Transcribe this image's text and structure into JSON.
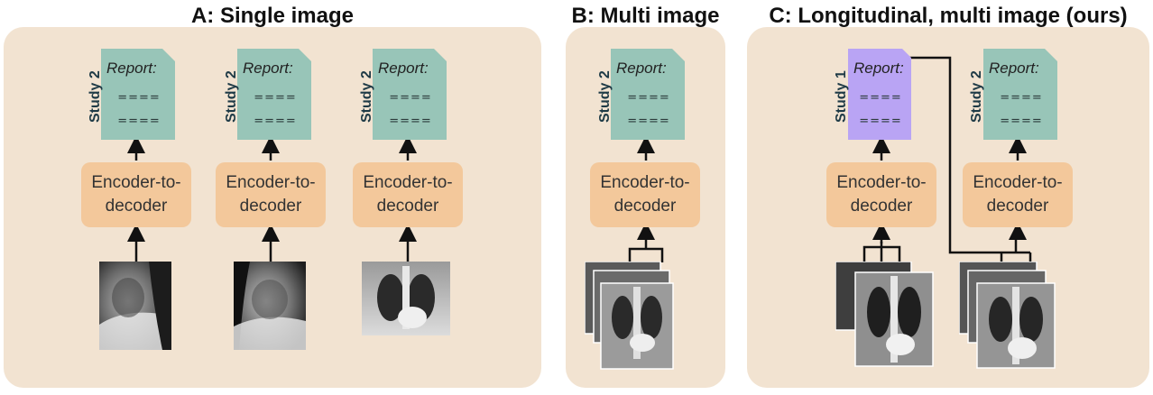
{
  "panels": {
    "a": {
      "title": "A: Single image"
    },
    "b": {
      "title": "B: Multi image"
    },
    "c": {
      "title": "C: Longitudinal, multi image (ours)"
    }
  },
  "report": {
    "label": "Report",
    "colon": ":",
    "line": "====",
    "study1_color": "#b9a4f4",
    "study2_color": "#98c5b8"
  },
  "study_labels": {
    "study1": "Study 1",
    "study2": "Study 2"
  },
  "encoder": {
    "line1": "Encoder-to-",
    "line2": "decoder"
  },
  "colors": {
    "panel_bg": "#f2e3d1",
    "encoder_bg": "#f3c89b"
  }
}
